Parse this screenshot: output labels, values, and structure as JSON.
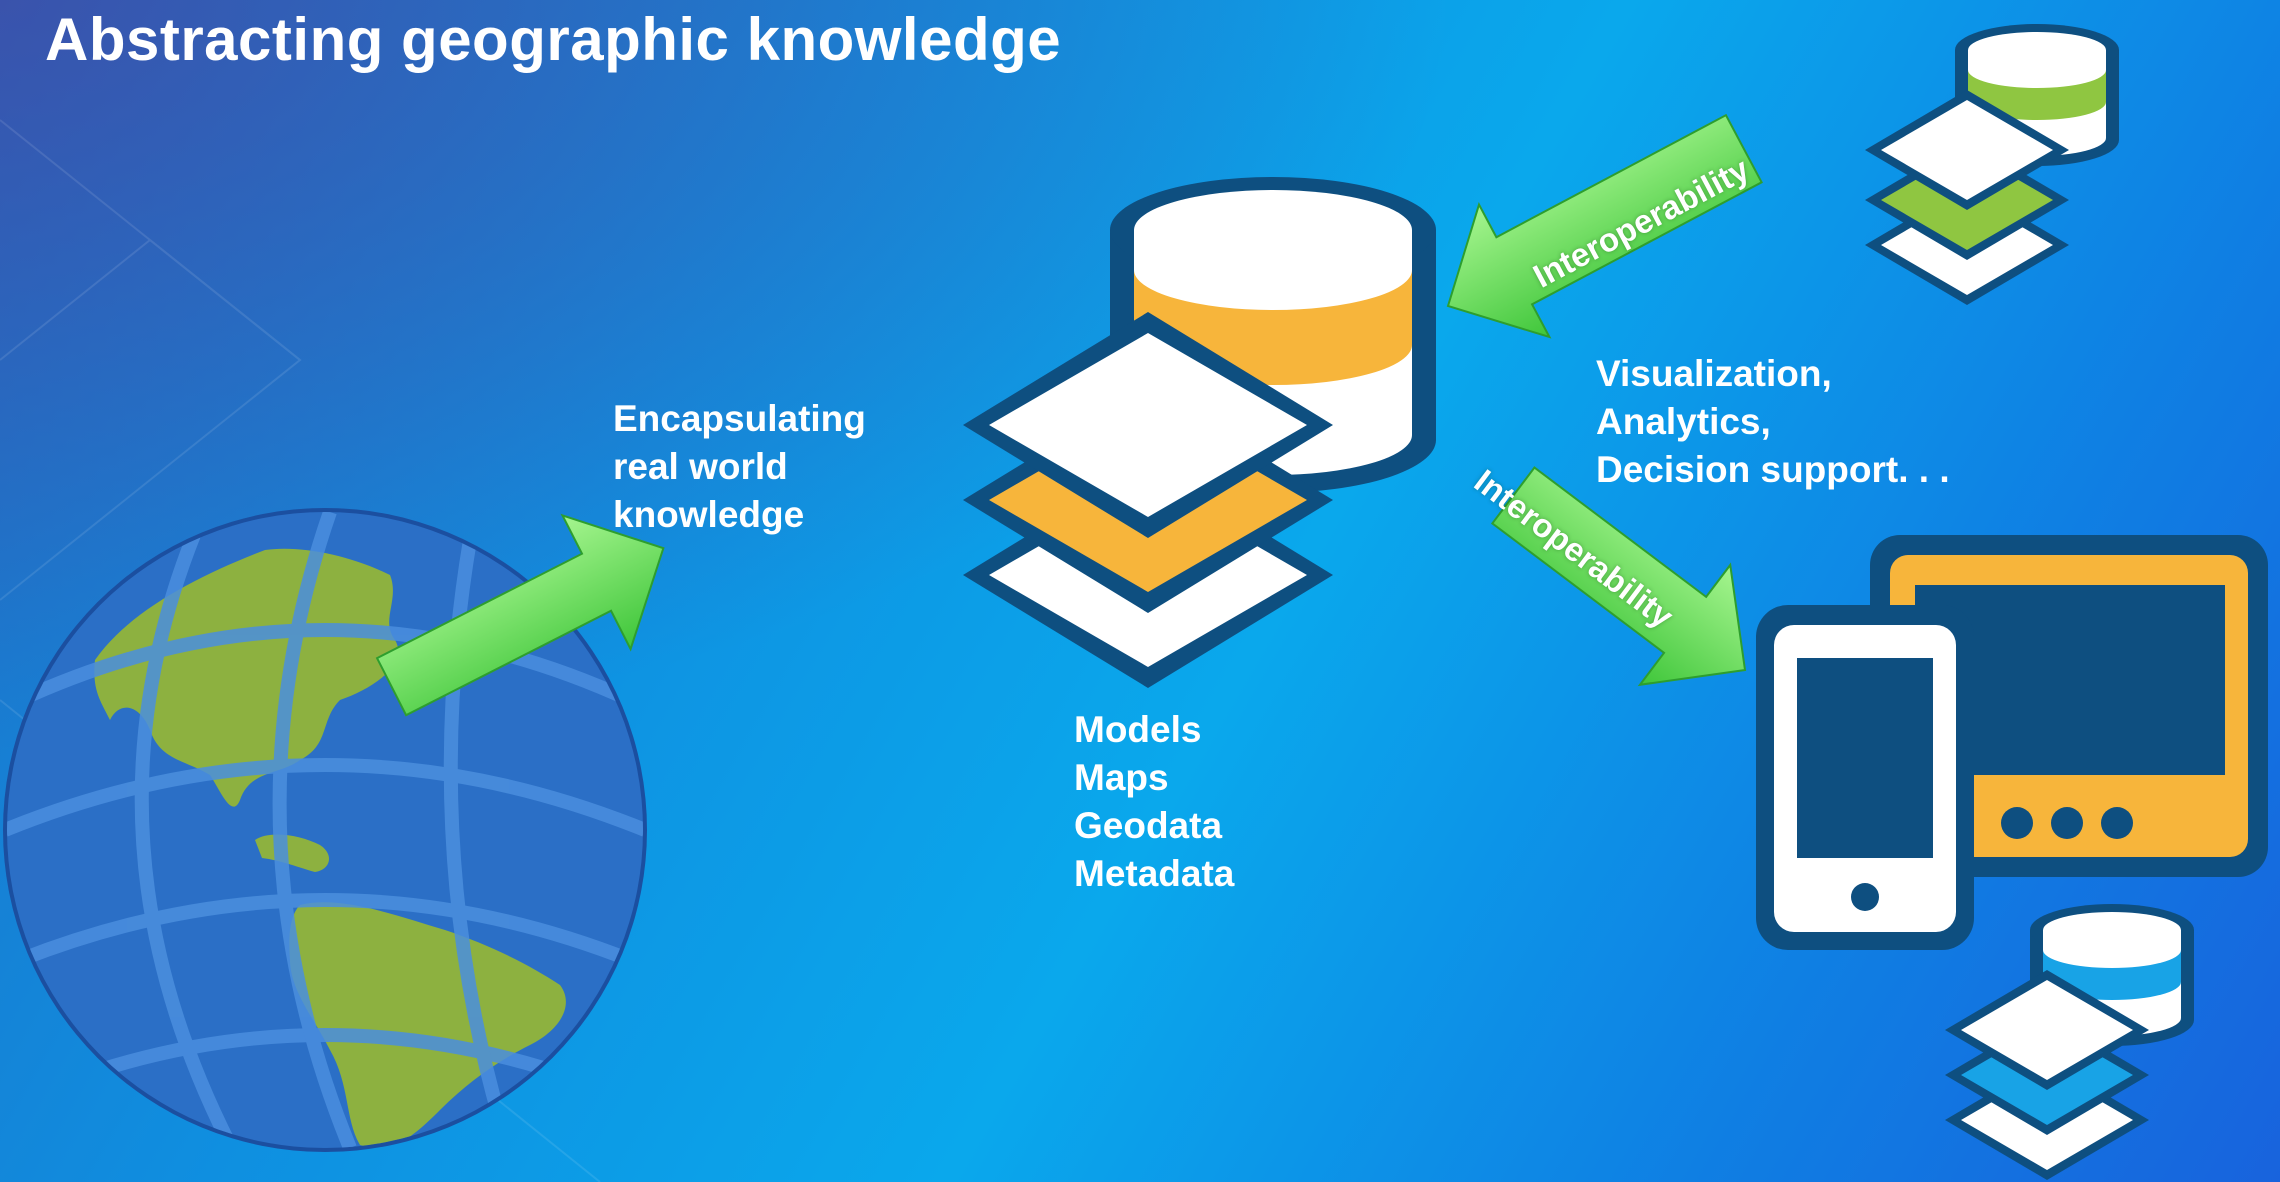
{
  "slide": {
    "title": "Abstracting geographic knowledge"
  },
  "labels": {
    "encapsulating": [
      "Encapsulating",
      "real world",
      "knowledge"
    ],
    "content_types": [
      "Models",
      "Maps",
      "Geodata",
      "Metadata"
    ],
    "uses": [
      "Visualization,",
      "Analytics,",
      "Decision support. . ."
    ]
  },
  "arrows": {
    "top": "Interoperability",
    "bottom": "Interoperability"
  },
  "icons": [
    "globe-icon",
    "database-layers-icon",
    "devices-icon"
  ],
  "colors": {
    "navy": "#0e4f80",
    "yellow": "#f7b53b",
    "green": "#8fc641",
    "blue_accent": "#18a3e6",
    "arrow_green": "#7ce86a",
    "globe_ocean": "#2b6fc6",
    "globe_land": "#8db140"
  }
}
